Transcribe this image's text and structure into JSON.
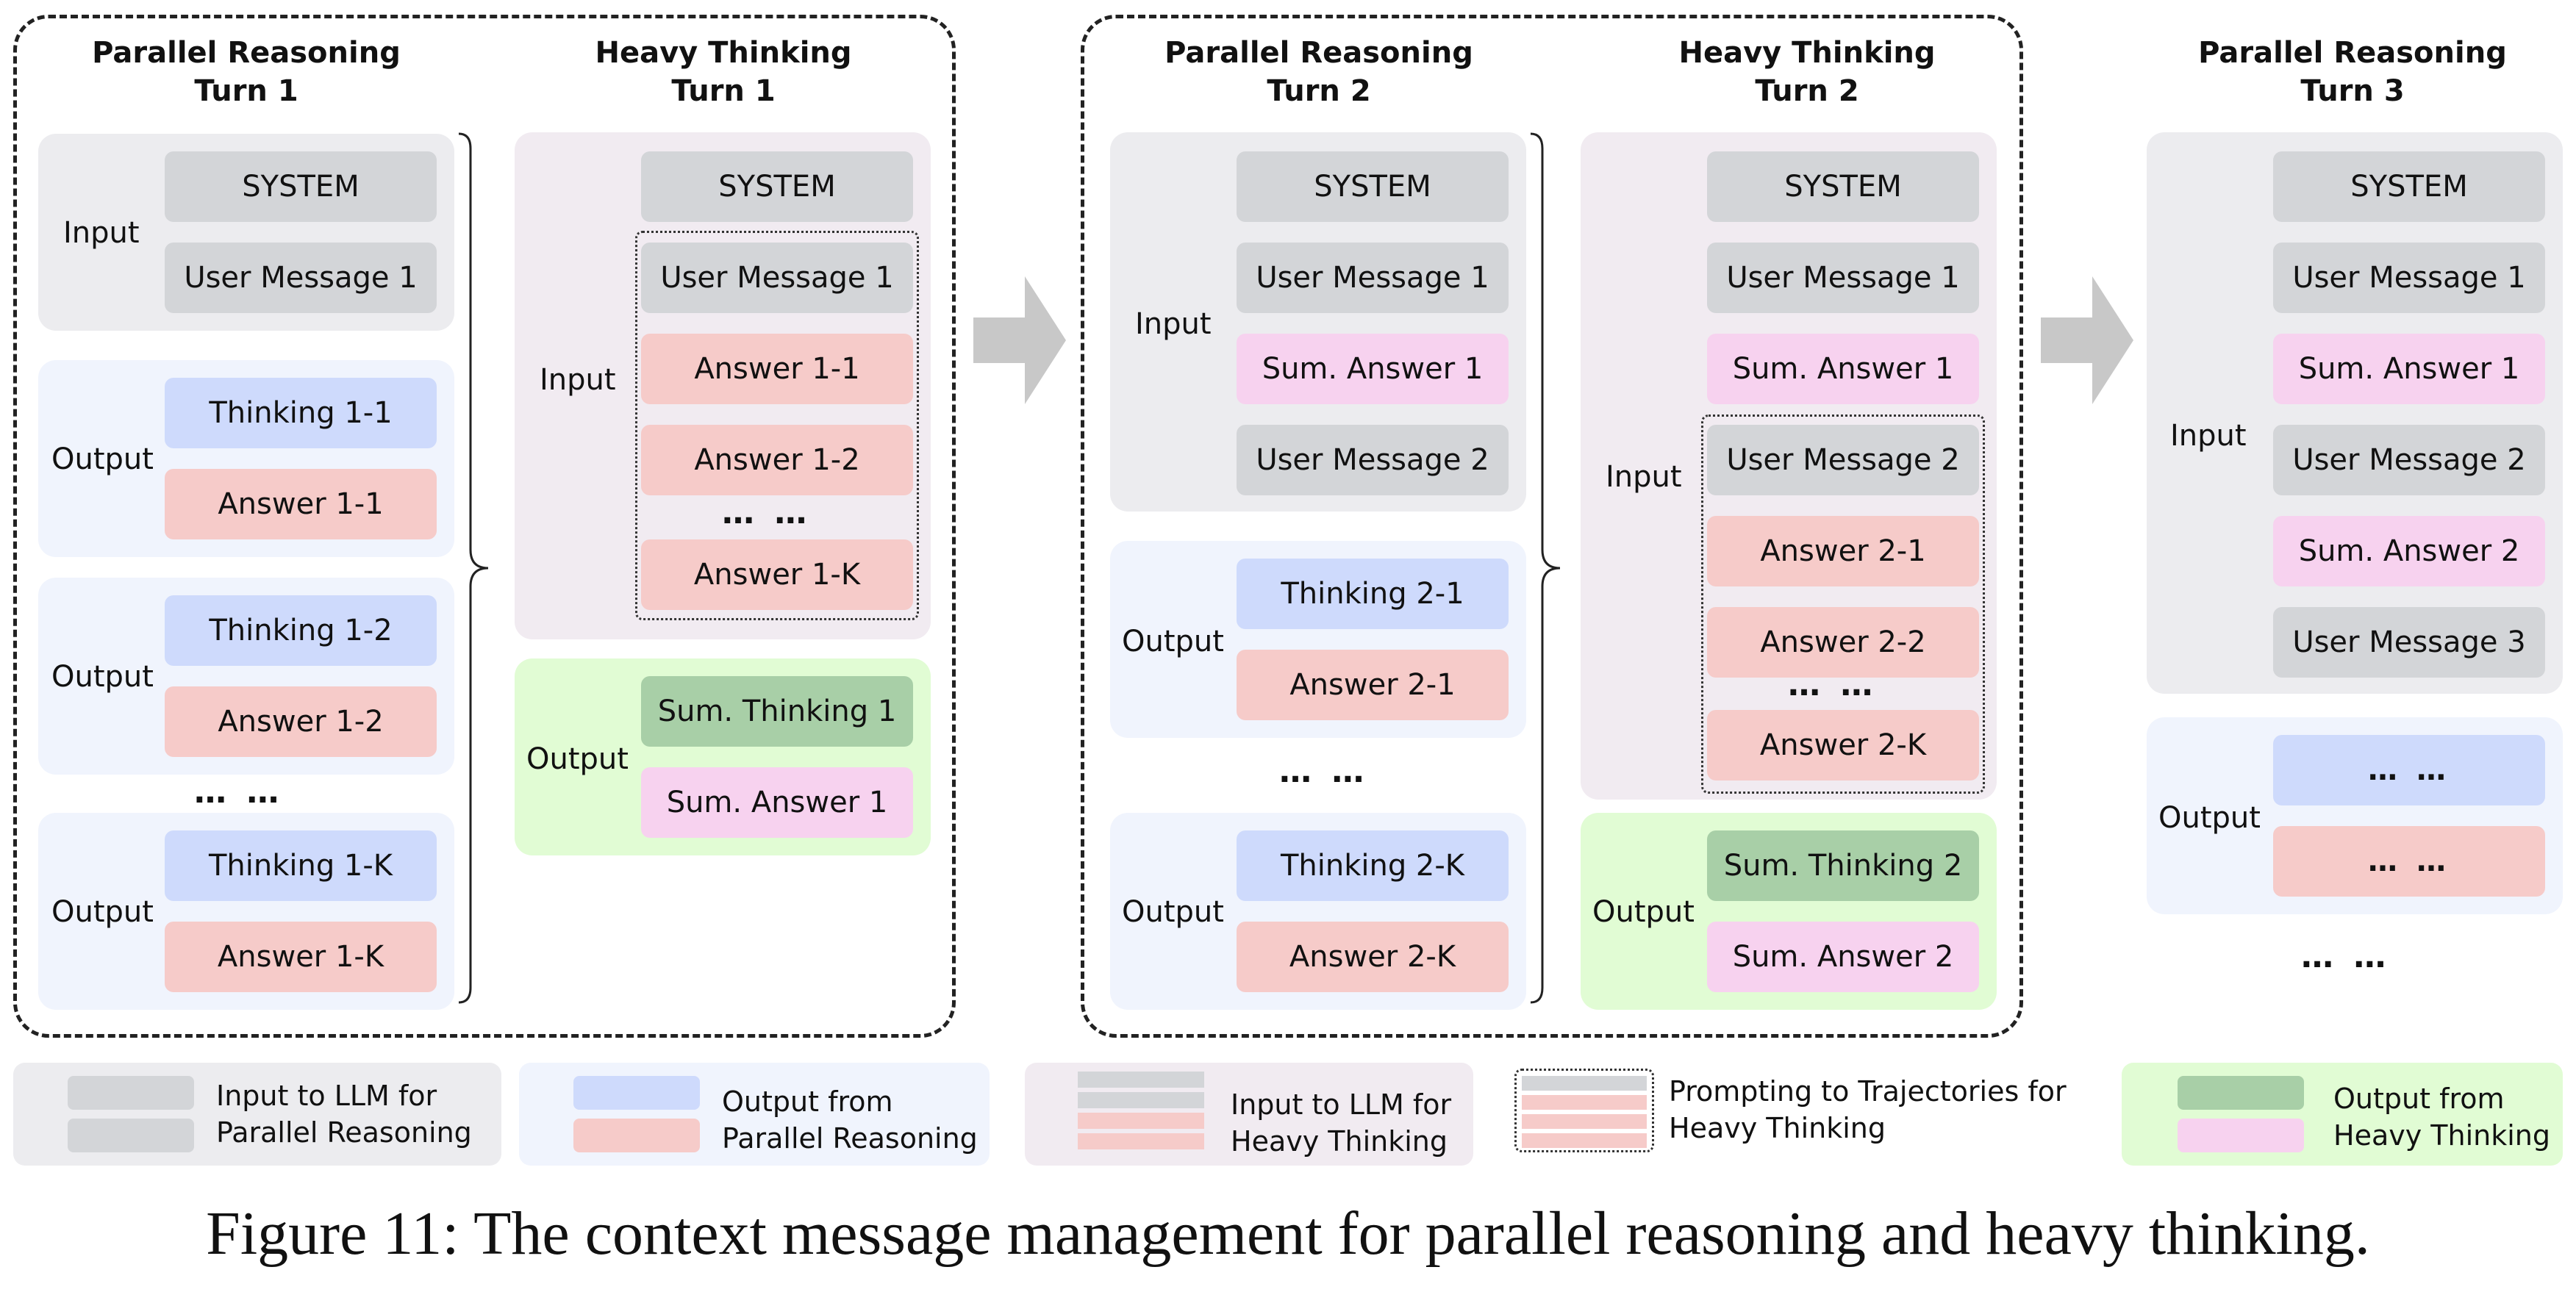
{
  "figure": {
    "caption": "Figure 11: The context message management for parallel reasoning and heavy thinking."
  },
  "colors": {
    "input_gray": "#d3d5d8",
    "thinking_blue": "#cedafc",
    "answer_red": "#f6cbc9",
    "sum_answer_pink": "#f7d2ef",
    "sum_thinking_green": "#a8cfa7",
    "heavy_output_bg": "#e1fcd4",
    "heavy_input_bg": "#f1ebf1",
    "parallel_output_bg": "#f0f4fd",
    "parallel_input_bg": "#ececef"
  },
  "turn1": {
    "parallel": {
      "header_line1": "Parallel Reasoning",
      "header_line2": "Turn 1",
      "input_label": "Input",
      "system": "SYSTEM",
      "user_msg": "User Message 1",
      "outputs": [
        {
          "label": "Output",
          "thinking": "Thinking 1-1",
          "answer": "Answer 1-1"
        },
        {
          "label": "Output",
          "thinking": "Thinking 1-2",
          "answer": "Answer 1-2"
        },
        {
          "label": "Output",
          "thinking": "Thinking 1-K",
          "answer": "Answer 1-K"
        }
      ],
      "ellipsis": "… …"
    },
    "heavy": {
      "header_line1": "Heavy Thinking",
      "header_line2": "Turn 1",
      "input_label": "Input",
      "system": "SYSTEM",
      "user_msg": "User Message 1",
      "answers": [
        "Answer 1-1",
        "Answer 1-2",
        "Answer 1-K"
      ],
      "ellipsis": "… …",
      "output_label": "Output",
      "sum_thinking": "Sum. Thinking 1",
      "sum_answer": "Sum. Answer 1"
    }
  },
  "turn2": {
    "parallel": {
      "header_line1": "Parallel Reasoning",
      "header_line2": "Turn 2",
      "input_label": "Input",
      "system": "SYSTEM",
      "user_msg1": "User Message 1",
      "sum_answer1": "Sum. Answer 1",
      "user_msg2": "User Message 2",
      "outputs": [
        {
          "label": "Output",
          "thinking": "Thinking 2-1",
          "answer": "Answer 2-1"
        },
        {
          "label": "Output",
          "thinking": "Thinking 2-K",
          "answer": "Answer 2-K"
        }
      ],
      "ellipsis": "… …"
    },
    "heavy": {
      "header_line1": "Heavy Thinking",
      "header_line2": "Turn 2",
      "input_label": "Input",
      "system": "SYSTEM",
      "user_msg1": "User Message 1",
      "sum_answer1": "Sum. Answer 1",
      "user_msg2": "User Message 2",
      "answers": [
        "Answer 2-1",
        "Answer 2-2",
        "Answer 2-K"
      ],
      "ellipsis": "… …",
      "output_label": "Output",
      "sum_thinking": "Sum. Thinking 2",
      "sum_answer": "Sum. Answer 2"
    }
  },
  "turn3": {
    "parallel": {
      "header_line1": "Parallel Reasoning",
      "header_line2": "Turn 3",
      "input_label": "Input",
      "system": "SYSTEM",
      "user_msg1": "User Message 1",
      "sum_answer1": "Sum. Answer 1",
      "user_msg2": "User Message 2",
      "sum_answer2": "Sum. Answer 2",
      "user_msg3": "User Message 3",
      "output_label": "Output",
      "output_dots": "… …",
      "ellipsis": "… …"
    }
  },
  "legend": [
    {
      "line1": "Input to LLM for",
      "line2": "Parallel Reasoning"
    },
    {
      "line1": "Output from",
      "line2": "Parallel Reasoning"
    },
    {
      "line1": "Input to LLM for",
      "line2": "Heavy Thinking"
    },
    {
      "line1": "Prompting to Trajectories for",
      "line2": "Heavy Thinking"
    },
    {
      "line1": "Output from",
      "line2": "Heavy Thinking"
    }
  ]
}
